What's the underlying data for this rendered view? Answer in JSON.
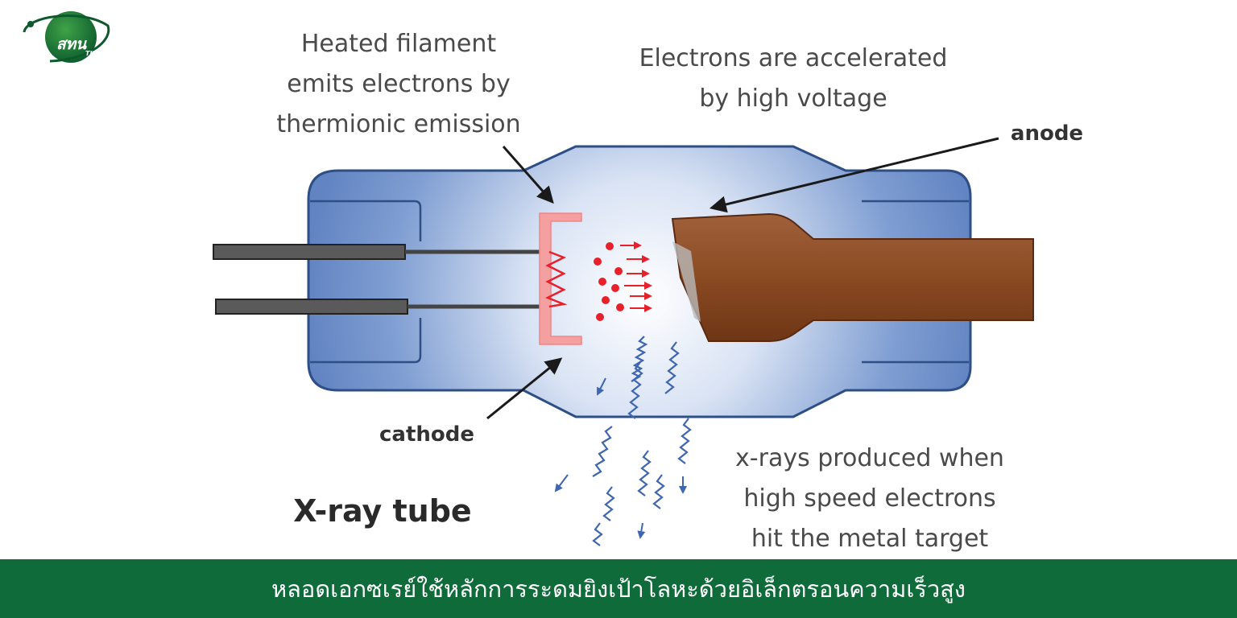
{
  "logo": {
    "main": "สทน",
    "sub": "TINT"
  },
  "labels": {
    "filament": [
      "Heated filament",
      "emits electrons by",
      "thermionic emission"
    ],
    "accelerated": [
      "Electrons are accelerated",
      "by high voltage"
    ],
    "anode": "anode",
    "cathode": "cathode",
    "xrays": [
      "x-rays produced when",
      "high speed electrons",
      "hit the metal target"
    ],
    "title": "X-ray tube"
  },
  "caption": "หลอดเอกซเรย์ใช้หลักการระดมยิงเป้าโลหะด้วยอิเล็กตรอนความเร็วสูง",
  "colors": {
    "tube_fill": "#6f90c8",
    "tube_stroke": "#2d4f86",
    "anode": "#8a4a22",
    "cathode": "#f4a0a0",
    "electrons": "#e8202a",
    "xray": "#3f66b0",
    "footer": "#0f6b3a"
  }
}
